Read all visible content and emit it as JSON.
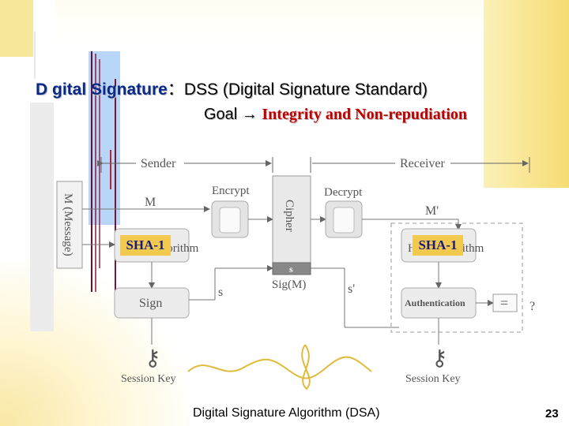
{
  "slide": {
    "title_lead": "D gital Signature",
    "title_rest": "：DSS (Digital Signature Standard)",
    "goal_label": "Goal",
    "goal_arrow": "→",
    "goal_text": "Integrity and Non-repudiation",
    "footer": "Digital Signature Algorithm (DSA)",
    "page_number": "23"
  },
  "diagram": {
    "sender": "Sender",
    "receiver": "Receiver",
    "m_message": "M (Message)",
    "m": "M",
    "m_prime": "M'",
    "encrypt": "Encrypt",
    "decrypt": "Decrypt",
    "cipher": "Cipher",
    "s_box": "s",
    "sig": "Sig(M)",
    "s": "s",
    "s_prime": "s'",
    "hash_algorithm": "Hash Algorithm",
    "sign": "Sign",
    "authentication": "Authentication",
    "equals": "=",
    "question": "?",
    "session_key": "Session Key",
    "sha_left": "SHA-1",
    "sha_right": "SHA-1"
  },
  "colors": {
    "title_blue": "#0a2a8a",
    "goal_red": "#c00000",
    "sha_fill": "#f1c94f",
    "deco_yellow": "#f7dc72"
  }
}
